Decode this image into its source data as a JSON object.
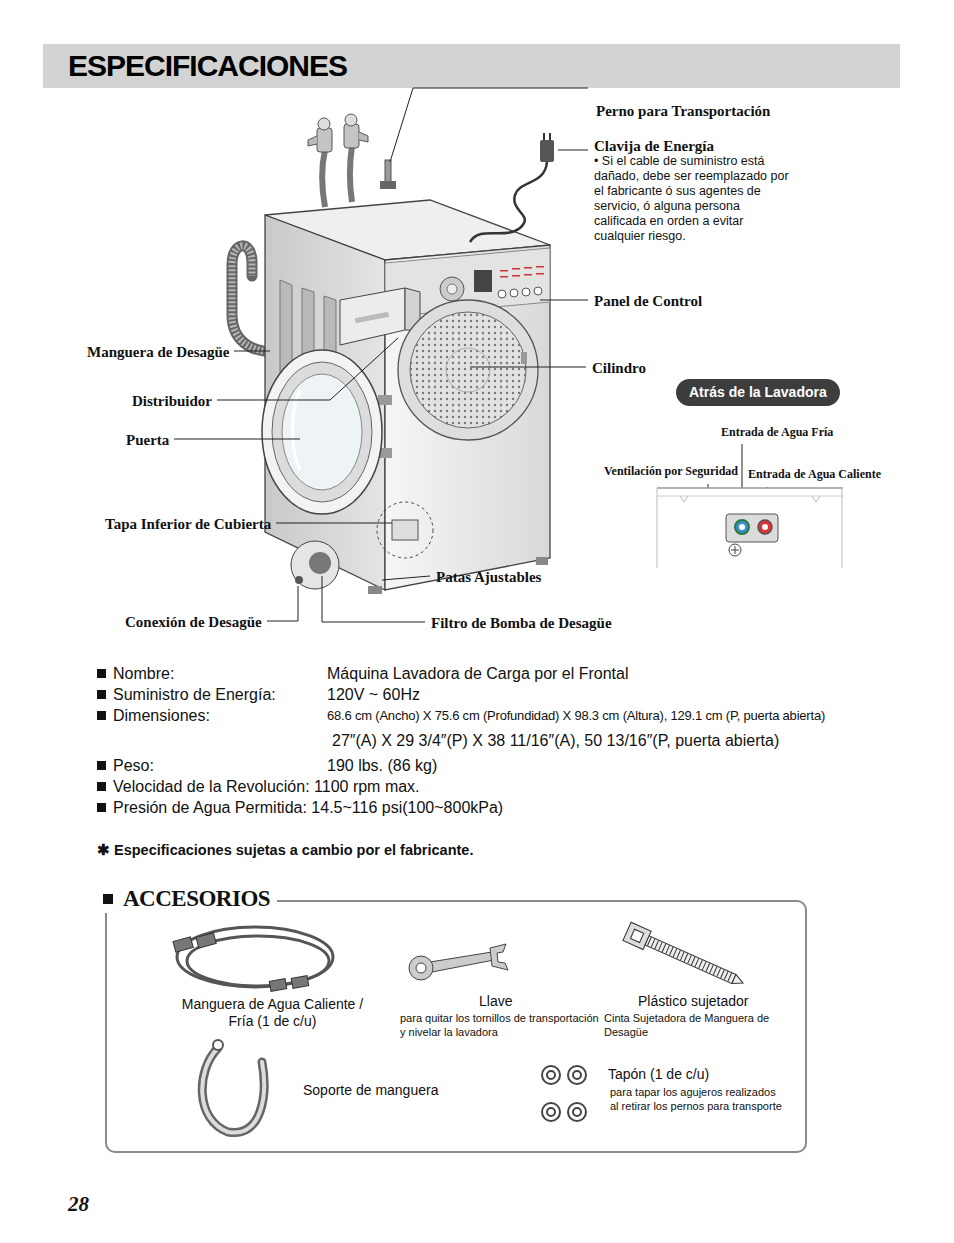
{
  "diagram": {
    "title": "ESPECIFICACIONES",
    "nodes": [
      {
        "text": [
          "Atrás de la Lavadora"
        ]
      },
      {
        "text": [
          "ACCESORIOS"
        ]
      }
    ],
    "labels": [
      "Perno para Transportación",
      "Clavija de Energía",
      "• Si el cable de suministro está dañado, debe ser reemplazado por el fabricante ó sus agentes de servicio, ó alguna persona calificada en orden a evitar cualquier riesgo.",
      "Panel de Control",
      "Manguera de Desagüe",
      "Cilindro",
      "Distribuidor",
      "Puerta",
      "Entrada de Agua Fría",
      "Ventilación por Seguridad",
      "Entrada de Agua Caliente",
      "Tapa Inferior de Cubierta",
      "Patas Ajustables",
      "Conexión de Desagüe",
      "Filtro de Bomba de Desagüe",
      "Nombre:",
      "Máquina Lavadora de Carga por el Frontal",
      "Suministro de Energía:",
      "120V ~ 60Hz",
      "Dimensiones:",
      "68.6 cm (Ancho) X 75.6 cm (Profundidad) X 98.3 cm (Altura), 129.1 cm (P, puerta abierta)",
      "27″(A) X 29 3/4″(P) X 38 11/16″(A), 50 13/16″(P, puerta abierta)",
      "Peso:",
      "190 lbs. (86 kg)",
      "Velocidad de la Revolución: 1100 rpm max.",
      "Presión de Agua Permitida: 14.5~116 psi(100~800kPa)",
      "✱ Especificaciones sujetas a cambio por el fabricante.",
      "Manguera de Agua Caliente / Fría (1 de c/u)",
      "Llave",
      "para quitar los tornillos de transportación y nivelar la lavadora",
      "Plástico sujetador",
      "Cinta Sujetadora de Manguera de Desagüe",
      "Soporte de manguera",
      "Tapón (1 de c/u)",
      "para tapar los agujeros realizados al retirar los pernos para transporte",
      "28"
    ]
  }
}
